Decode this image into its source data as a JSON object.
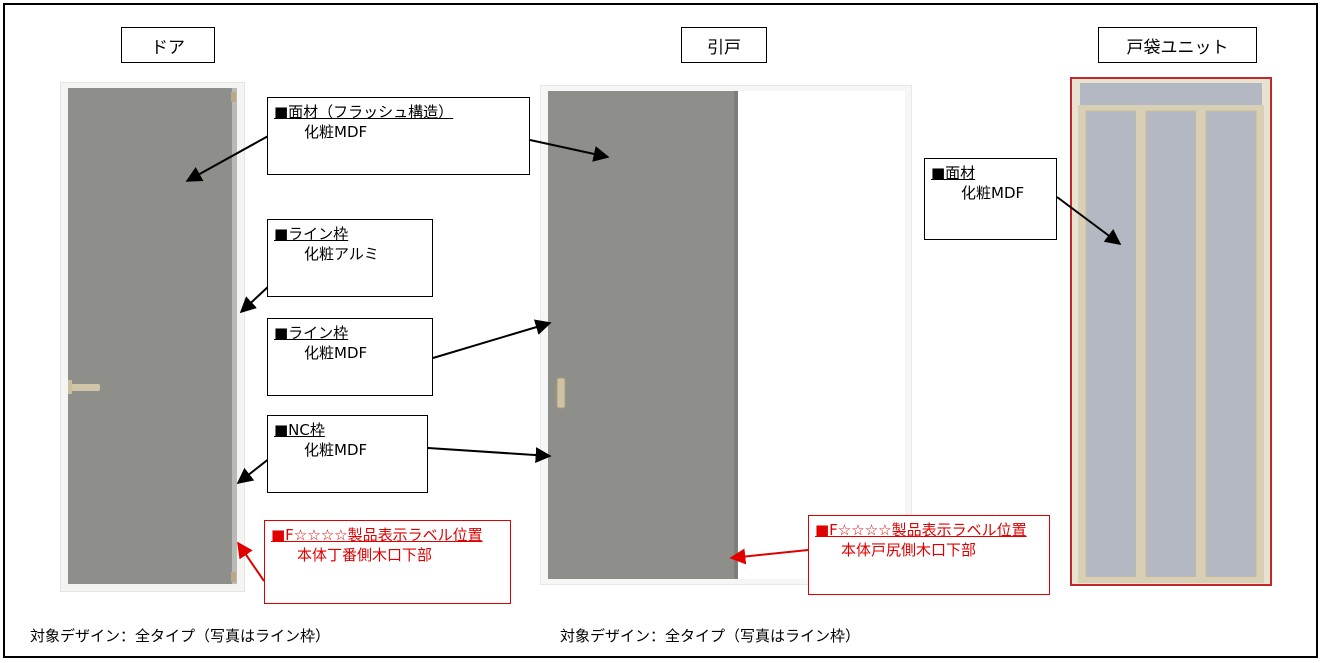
{
  "headers": {
    "door": "ドア",
    "sliding": "引戸",
    "pocket": "戸袋ユニット"
  },
  "callouts": {
    "face_material": {
      "heading": "■面材（フラッシュ構造）",
      "sub": "化粧MDF"
    },
    "line_frame_alu": {
      "heading": "■ライン枠",
      "sub": "化粧アルミ"
    },
    "line_frame_mdf": {
      "heading": "■ライン枠",
      "sub": "化粧MDF"
    },
    "nc_frame": {
      "heading": "■NC枠",
      "sub": "化粧MDF"
    },
    "label_door": {
      "heading": "■F☆☆☆☆製品表示ラベル位置",
      "sub": "本体丁番側木口下部"
    },
    "label_sliding": {
      "heading": "■F☆☆☆☆製品表示ラベル位置",
      "sub": "本体戸尻側木口下部"
    },
    "pocket_face": {
      "heading": "■面材",
      "sub": "化粧MDF"
    }
  },
  "notes": {
    "door": "対象デザイン：全タイプ（写真はライン枠）",
    "sliding": "対象デザイン：全タイプ（写真はライン枠）"
  },
  "colors": {
    "door_panel": "#8e8f8b",
    "label_red": "#e00000",
    "pocket_border": "#c0282e",
    "pocket_wood": "#d9cfb4",
    "pocket_glass": "#b3b8c2"
  }
}
